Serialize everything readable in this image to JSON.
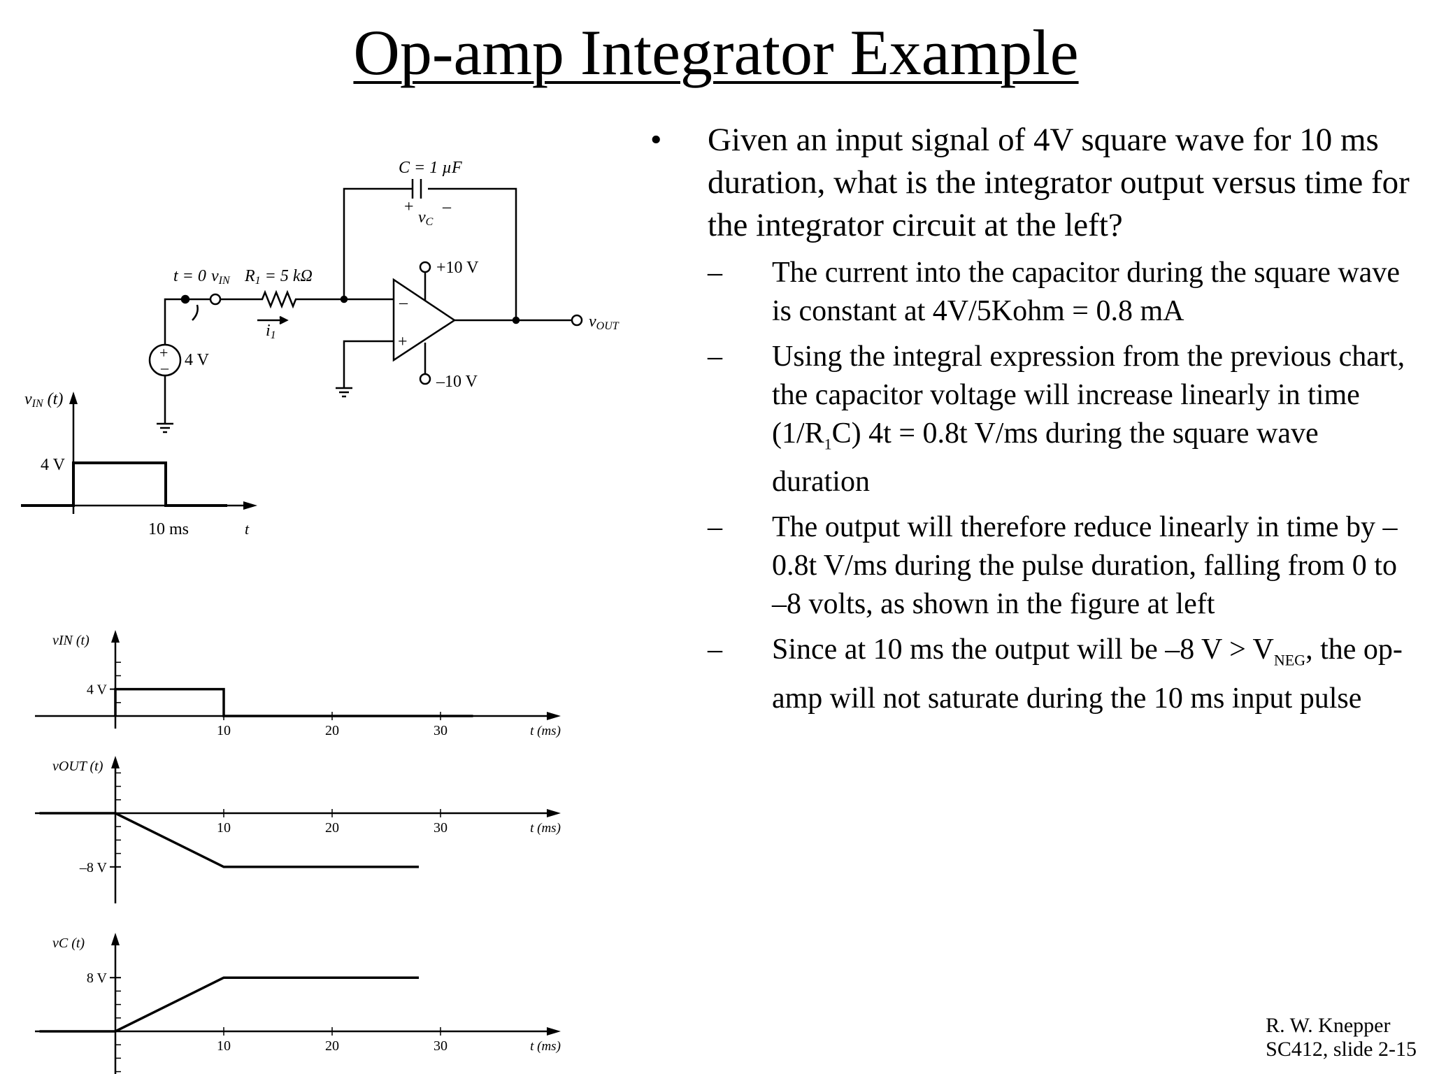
{
  "title": "Op-amp Integrator Example",
  "bullet": {
    "marker": "•",
    "text": "Given an input signal of 4V square wave for 10 ms duration, what is the integrator output versus time for the integrator circuit at the left?"
  },
  "sub_bullets": {
    "marker": "–",
    "item1": "The current into the capacitor during the square wave is constant at 4V/5Kohm = 0.8 mA",
    "item2_a": "Using the integral expression from the previous chart, the capacitor voltage will increase linearly in time (1/R",
    "item2_sub": "1",
    "item2_b": "C) 4t = 0.8t V/ms during the square wave duration",
    "item3": "The output will therefore reduce linearly in time by – 0.8t V/ms during the pulse duration, falling from 0 to –8 volts, as shown in the figure at left",
    "item4_a": "Since at 10 ms the output will be –8 V > V",
    "item4_sub": "NEG",
    "item4_b": ", the op-amp will not saturate during the 10 ms input pulse"
  },
  "circuit": {
    "capacitor_label": "C = 1 µF",
    "vc_plus": "+",
    "vc_label": "v",
    "vc_sub": "C",
    "vc_minus": "–",
    "switch_label": "t = 0",
    "vin_label": "v",
    "vin_sub": "IN",
    "resistor_label": "R",
    "resistor_sub": "1",
    "resistor_value": " = 5 kΩ",
    "current_label": "i",
    "current_sub": "1",
    "source_label": "4 V",
    "supply_pos": "+10 V",
    "supply_neg": "–10 V",
    "opamp_minus": "–",
    "opamp_plus": "+",
    "source_plus": "+",
    "source_minus": "–",
    "vout_label": "v",
    "vout_sub": "OUT"
  },
  "input_pulse": {
    "ylabel": "v",
    "ylabel_sub": "IN",
    "ylabel_tail": " (t)",
    "level": "4 V",
    "duration": "10 ms",
    "xlabel": "t"
  },
  "chart_data": [
    {
      "type": "line",
      "ylabel": "vIN (t)",
      "xlabel": "t (ms)",
      "x": [
        0,
        0,
        10,
        10,
        33
      ],
      "y": [
        0,
        4,
        4,
        0,
        0
      ],
      "xticks": [
        "10",
        "20",
        "30"
      ],
      "ytick": "4 V"
    },
    {
      "type": "line",
      "ylabel": "vOUT (t)",
      "xlabel": "t (ms)",
      "x": [
        -7,
        0,
        10,
        28
      ],
      "y": [
        0,
        0,
        -8,
        -8
      ],
      "xticks": [
        "10",
        "20",
        "30"
      ],
      "ytick": "–8 V"
    },
    {
      "type": "line",
      "ylabel": "vC (t)",
      "xlabel": "t (ms)",
      "x": [
        -7,
        0,
        10,
        28
      ],
      "y": [
        0,
        0,
        8,
        8
      ],
      "xticks": [
        "10",
        "20",
        "30"
      ],
      "ytick": "8 V"
    }
  ],
  "footer": {
    "author": "R. W. Knepper",
    "slide": "SC412, slide 2-15"
  }
}
